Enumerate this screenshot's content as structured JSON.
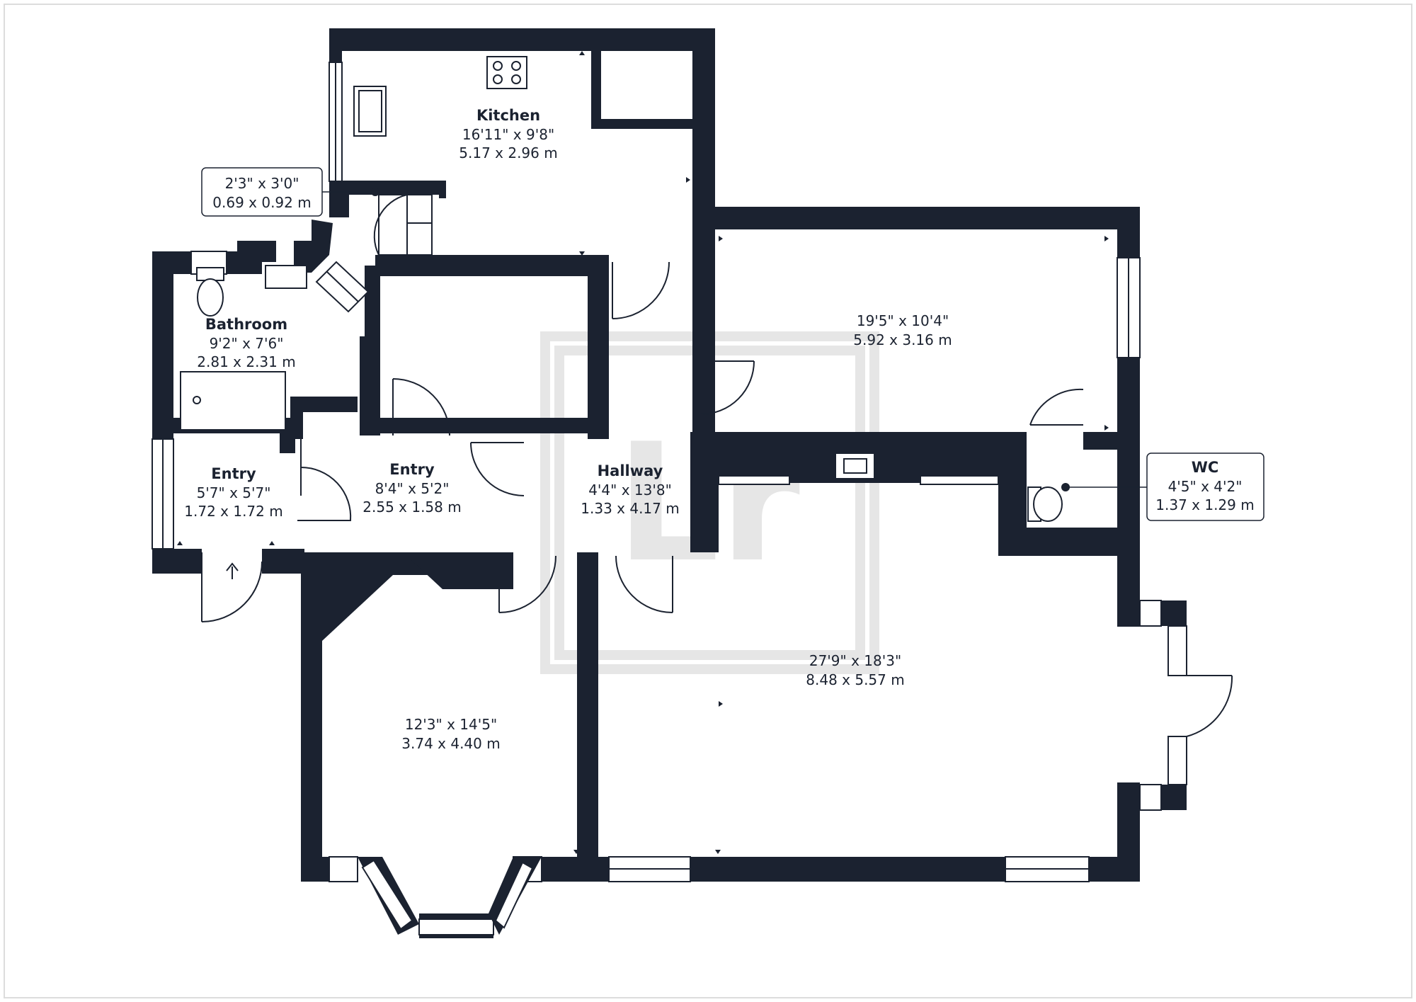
{
  "rooms": {
    "kitchen": {
      "name": "Kitchen",
      "dim_imperial": "16'11\" x 9'8\"",
      "dim_metric": "5.17 x 2.96 m"
    },
    "store": {
      "dim_imperial": "2'3\" x 3'0\"",
      "dim_metric": "0.69 x 0.92 m"
    },
    "bathroom": {
      "name": "Bathroom",
      "dim_imperial": "9'2\" x 7'6\"",
      "dim_metric": "2.81 x 2.31 m"
    },
    "entry_left": {
      "name": "Entry",
      "dim_imperial": "5'7\" x 5'7\"",
      "dim_metric": "1.72 x 1.72 m"
    },
    "entry_mid": {
      "name": "Entry",
      "dim_imperial": "8'4\" x 5'2\"",
      "dim_metric": "2.55 x 1.58 m"
    },
    "hallway": {
      "name": "Hallway",
      "dim_imperial": "4'4\" x 13'8\"",
      "dim_metric": "1.33 x 4.17 m"
    },
    "bedroom_right": {
      "dim_imperial": "19'5\" x 10'4\"",
      "dim_metric": "5.92 x 3.16 m"
    },
    "wc": {
      "name": "WC",
      "dim_imperial": "4'5\" x 4'2\"",
      "dim_metric": "1.37 x 1.29 m"
    },
    "living": {
      "dim_imperial": "27'9\" x 18'3\"",
      "dim_metric": "8.48 x 5.57 m"
    },
    "bay_room": {
      "dim_imperial": "12'3\" x 14'5\"",
      "dim_metric": "3.74 x 4.40 m"
    }
  },
  "watermark": {
    "letters": "Lr"
  },
  "colors": {
    "wall": "#1b2230",
    "watermark": "#e6e6e6",
    "background": "#ffffff"
  }
}
